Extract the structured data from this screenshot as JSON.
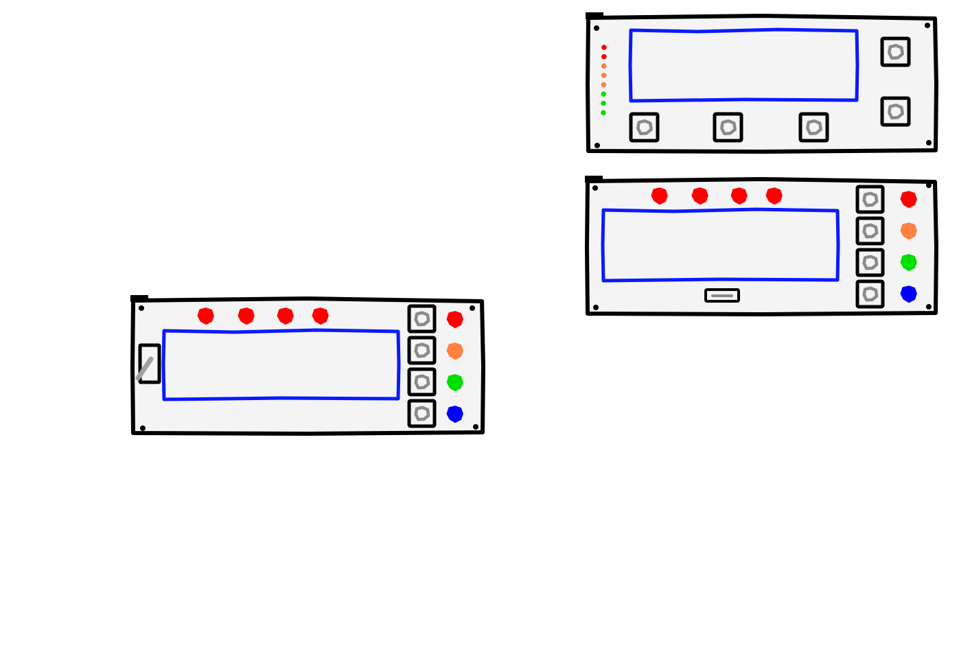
{
  "colors": {
    "outline": "#000000",
    "panel": "#f4f4f4",
    "screen_border": "#0a1aff",
    "knob": "#8a8a8a",
    "red": "#ff0000",
    "orange": "#ff8040",
    "green": "#00e000",
    "blue": "#0000ff",
    "switch_lever": "#a0a0a0"
  },
  "panels": [
    {
      "name": "panel-top-right",
      "level_meter": [
        "red",
        "red",
        "orange",
        "orange",
        "orange",
        "green",
        "green",
        "green"
      ],
      "bottom_knob_count": 3,
      "side_knob_count": 2,
      "indicator_lights": [],
      "top_lights": [],
      "has_toggle_switch": false,
      "has_slot": false
    },
    {
      "name": "panel-middle-right",
      "level_meter": [],
      "bottom_knob_count": 0,
      "side_knob_count": 4,
      "indicator_lights": [
        "red",
        "orange",
        "green",
        "blue"
      ],
      "top_lights": [
        "red",
        "red",
        "red",
        "red"
      ],
      "has_toggle_switch": false,
      "has_slot": true
    },
    {
      "name": "panel-bottom-left",
      "level_meter": [],
      "bottom_knob_count": 0,
      "side_knob_count": 4,
      "indicator_lights": [
        "red",
        "orange",
        "green",
        "blue"
      ],
      "top_lights": [
        "red",
        "red",
        "red",
        "red"
      ],
      "has_toggle_switch": true,
      "has_slot": false
    }
  ]
}
